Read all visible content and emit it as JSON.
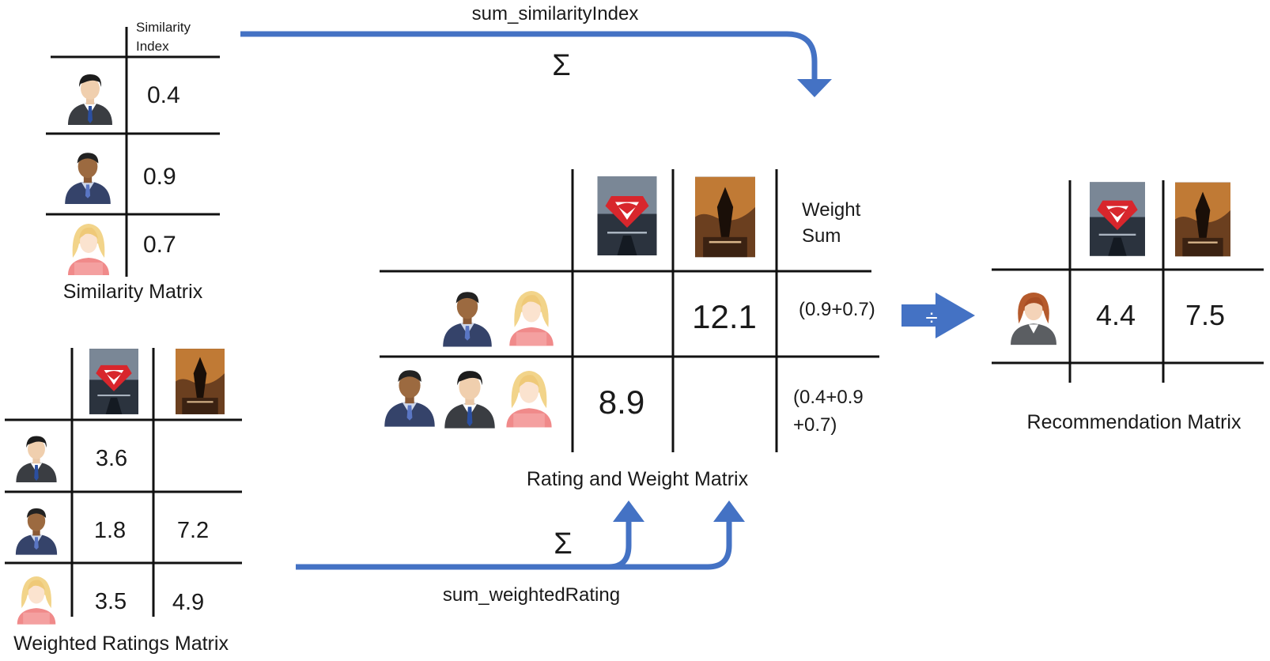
{
  "colors": {
    "arrow": "#4472c4",
    "line": "#111111",
    "text": "#1a1a1a"
  },
  "similarity_matrix": {
    "title": "Similarity Matrix",
    "header_line1": "Similarity",
    "header_line2": "Index",
    "rows": [
      {
        "user_icon": "user-black-hair-icon",
        "value": "0.4"
      },
      {
        "user_icon": "user-dark-skin-icon",
        "value": "0.9"
      },
      {
        "user_icon": "user-blonde-icon",
        "value": "0.7"
      }
    ]
  },
  "weighted_ratings_matrix": {
    "title": "Weighted Ratings Matrix",
    "movies": [
      "batman-v-superman-poster-icon",
      "dark-knight-poster-icon"
    ],
    "rows": [
      {
        "user_icon": "user-black-hair-icon",
        "values": [
          "3.6",
          ""
        ]
      },
      {
        "user_icon": "user-dark-skin-icon",
        "values": [
          "1.8",
          "7.2"
        ]
      },
      {
        "user_icon": "user-blonde-icon",
        "values": [
          "3.5",
          "4.9"
        ]
      }
    ]
  },
  "rating_weight_matrix": {
    "title": "Rating and Weight Matrix",
    "weight_header_line1": "Weight",
    "weight_header_line2": "Sum",
    "rows": [
      {
        "users": [
          "user-dark-skin-icon",
          "user-blonde-icon"
        ],
        "values": [
          "",
          "12.1"
        ],
        "weight_line1": "(0.9+0.7)",
        "weight_line2": ""
      },
      {
        "users": [
          "user-dark-skin-icon",
          "user-black-hair-icon",
          "user-blonde-icon"
        ],
        "values": [
          "8.9",
          ""
        ],
        "weight_line1": "(0.4+0.9",
        "weight_line2": "+0.7)"
      }
    ]
  },
  "recommendation_matrix": {
    "title": "Recommendation Matrix",
    "user_icon": "user-red-hair-icon",
    "values": [
      "4.4",
      "7.5"
    ]
  },
  "flows": {
    "top_label": "sum_similarityIndex",
    "top_symbol": "Σ",
    "bottom_label": "sum_weightedRating",
    "bottom_symbol": "Σ",
    "divide_symbol": "÷"
  }
}
